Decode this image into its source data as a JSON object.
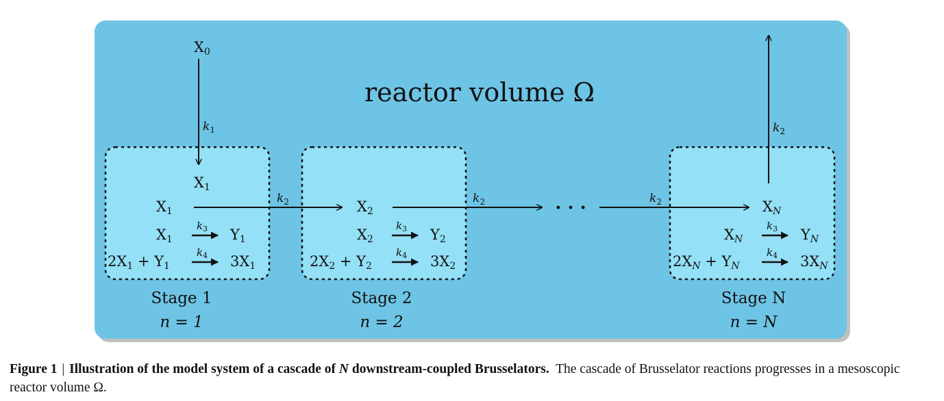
{
  "diagram": {
    "title": "reactor volume Ω",
    "dots": "· · ·",
    "inflow": {
      "label": "X",
      "sub": "0",
      "rate": "k",
      "rate_sub": "1"
    },
    "outflow": {
      "rate": "k",
      "rate_sub": "2"
    },
    "coupling_rate": {
      "rate": "k",
      "rate_sub": "2"
    },
    "stages": [
      {
        "name": "Stage 1",
        "index": "n = 1",
        "top_species": {
          "label": "X",
          "sub": "1"
        },
        "transfer": {
          "label": "X",
          "sub": "1"
        },
        "reaction1": {
          "lhs": "X",
          "lhs_sub": "1",
          "rate": "k",
          "rate_sub": "3",
          "rhs": "Y",
          "rhs_sub": "1"
        },
        "reaction2": {
          "lhs_a": "2X",
          "lhs_a_sub": "1",
          "plus": " + Y",
          "lhs_b_sub": "1",
          "rate": "k",
          "rate_sub": "4",
          "rhs": "3X",
          "rhs_sub": "1"
        }
      },
      {
        "name": "Stage 2",
        "index": "n = 2",
        "transfer": {
          "label": "X",
          "sub": "2"
        },
        "reaction1": {
          "lhs": "X",
          "lhs_sub": "2",
          "rate": "k",
          "rate_sub": "3",
          "rhs": "Y",
          "rhs_sub": "2"
        },
        "reaction2": {
          "lhs_a": "2X",
          "lhs_a_sub": "2",
          "plus": " + Y",
          "lhs_b_sub": "2",
          "rate": "k",
          "rate_sub": "4",
          "rhs": "3X",
          "rhs_sub": "2"
        }
      },
      {
        "name": "Stage N",
        "index": "n = N",
        "transfer": {
          "label": "X",
          "sub": "N"
        },
        "reaction1": {
          "lhs": "X",
          "lhs_sub": "N",
          "rate": "k",
          "rate_sub": "3",
          "rhs": "Y",
          "rhs_sub": "N"
        },
        "reaction2": {
          "lhs_a": "2X",
          "lhs_a_sub": "N",
          "plus": " + Y",
          "lhs_b_sub": "N",
          "rate": "k",
          "rate_sub": "4",
          "rhs": "3X",
          "rhs_sub": "N"
        }
      }
    ]
  },
  "caption": {
    "label": "Figure 1",
    "separator": "|",
    "bold_1": "Illustration of the model system of a cascade of ",
    "bold_italic": "N",
    "bold_2": " downstream-coupled Brusselators.",
    "text": "  The cascade of Brusselator reactions progresses in a mesoscopic reactor volume Ω."
  },
  "colors": {
    "reactor_fill": "#6ec4e5",
    "stage_fill": "#94e0f6",
    "line": "#111111",
    "shadow": "#8a8a8a"
  }
}
